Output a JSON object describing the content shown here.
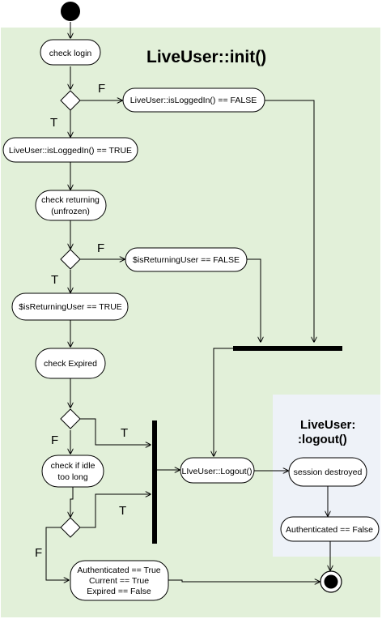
{
  "swimlanes": {
    "init_title": "LiveUser::init()",
    "logout_title_line1": "LiveUser:",
    "logout_title_line2": ":logout()",
    "init_color": "#e2f0d9",
    "logout_color": "#eef2f8"
  },
  "nodes": {
    "check_login": "check login",
    "is_logged_in_false": "LiveUser::isLoggedIn() == FALSE",
    "is_logged_in_true": "LiveUser::isLoggedIn() == TRUE",
    "check_returning_line1": "check returning",
    "check_returning_line2": "(unfrozen)",
    "is_returning_false": "$isReturningUser == FALSE",
    "is_returning_true": "$isReturningUser == TRUE",
    "check_expired": "check Expired",
    "check_idle_line1": "check if idle",
    "check_idle_line2": "too long",
    "logout_call": "LIveUser::Logout()",
    "session_destroyed": "session destroyed",
    "auth_false": "Authenticated == False",
    "final_line1": "Authenticated == True",
    "final_line2": "Current == True",
    "final_line3": "Expired == False"
  },
  "guards": {
    "d1_false": "F",
    "d1_true": "T",
    "d2_false": "F",
    "d2_true": "T",
    "d3_true": "T",
    "d3_false": "F",
    "d4_true": "T",
    "d4_false": "F"
  }
}
